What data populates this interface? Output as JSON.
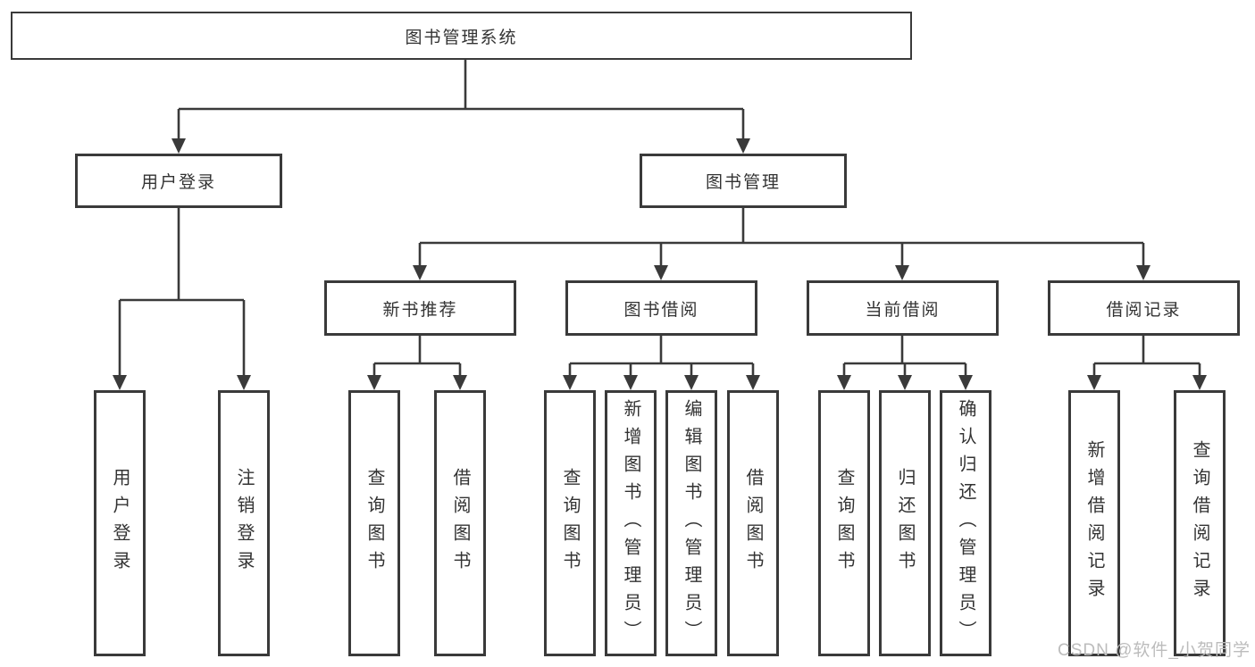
{
  "root": {
    "label": "图书管理系统"
  },
  "level1": [
    {
      "label": "用户登录",
      "children": [
        {
          "label": "用户登录"
        },
        {
          "label": "注销登录"
        }
      ]
    },
    {
      "label": "图书管理",
      "children": [
        {
          "label": "新书推荐",
          "children": [
            {
              "label": "查询图书"
            },
            {
              "label": "借阅图书"
            }
          ]
        },
        {
          "label": "图书借阅",
          "children": [
            {
              "label": "查询图书"
            },
            {
              "label": "新增图书（管理员）"
            },
            {
              "label": "编辑图书（管理员）"
            },
            {
              "label": "借阅图书"
            }
          ]
        },
        {
          "label": "当前借阅",
          "children": [
            {
              "label": "查询图书"
            },
            {
              "label": "归还图书"
            },
            {
              "label": "确认归还（管理员）"
            }
          ]
        },
        {
          "label": "借阅记录",
          "children": [
            {
              "label": "新增借阅记录"
            },
            {
              "label": "查询借阅记录"
            }
          ]
        }
      ]
    }
  ],
  "watermark": "CSDN @软件_小贺同学",
  "colors": {
    "line": "#3a3a3a",
    "border": "#3a3a3a",
    "text": "#333333",
    "watermark": "#bcbcbc",
    "background": "#ffffff"
  }
}
